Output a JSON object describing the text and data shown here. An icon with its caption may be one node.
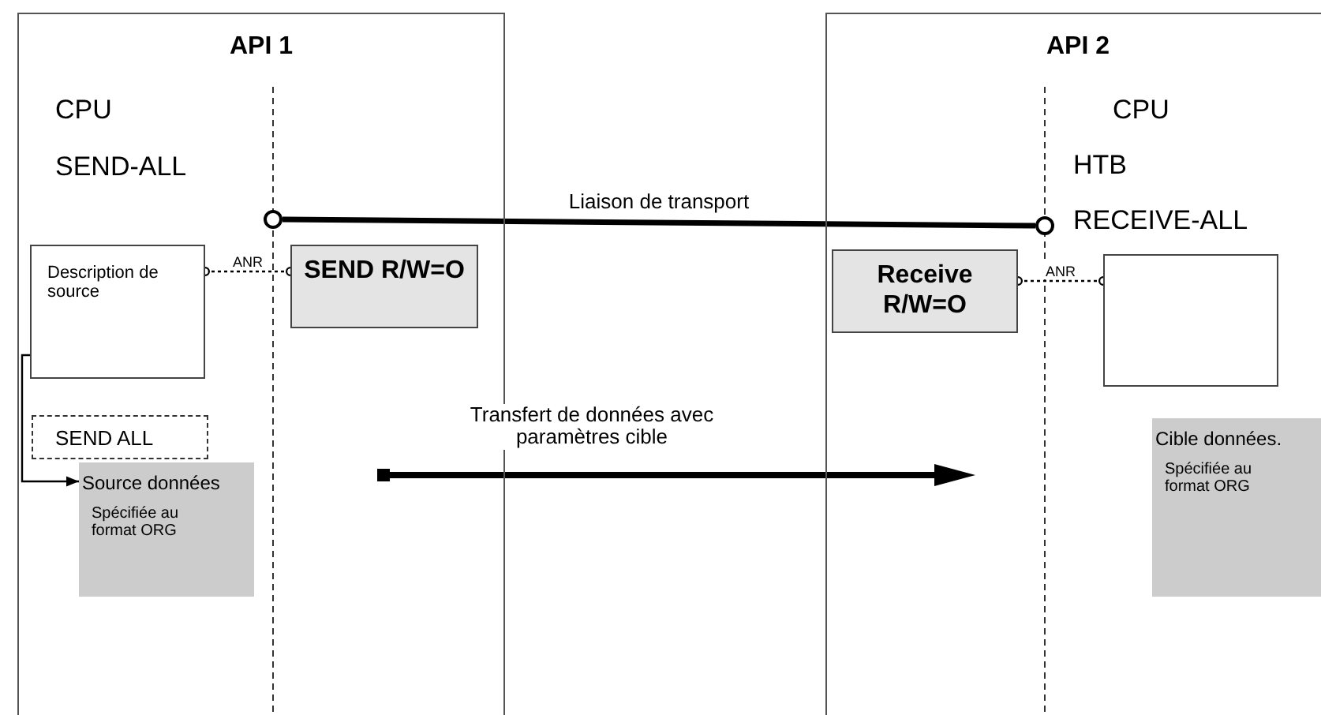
{
  "diagram": {
    "nodes": [
      {
        "text": [
          "API 1"
        ]
      },
      {
        "text": [
          "Description de source"
        ],
        "in": 0
      },
      {
        "text": [
          "SEND R/W=O"
        ],
        "in": 0
      },
      {
        "text": [
          "SEND ALL"
        ],
        "in": 0
      },
      {
        "text": [
          "Source données",
          "Spécifiée au format ORG"
        ],
        "in": 0
      },
      {
        "text": [
          "API 2"
        ]
      },
      {
        "text": [
          "Receive R/W=O"
        ],
        "in": 5
      },
      {
        "text": [],
        "shape": "box",
        "in": 5
      },
      {
        "text": [
          "Cible données.",
          "Spécifiée au format ORG"
        ],
        "in": 5
      },
      {
        "text": [],
        "shape": "circle",
        "in": 0
      },
      {
        "text": [],
        "shape": "circle",
        "in": 5
      }
    ],
    "edges": [
      {
        "from": 9,
        "to": 10,
        "arrow": "none",
        "label": "Liaison de transport",
        "style": "thick"
      },
      {
        "from": 1,
        "to": 2,
        "arrow": "other",
        "label": "ANR",
        "style": "dashed"
      },
      {
        "from": 6,
        "to": 7,
        "arrow": "other",
        "label": "ANR",
        "style": "dashed"
      },
      {
        "from": 1,
        "to": 4,
        "arrow": "to"
      }
    ],
    "labels": [
      "CPU",
      "SEND-ALL",
      "CPU",
      "HTB",
      "RECEIVE-ALL",
      "Transfert de données avec paramètres cible"
    ]
  }
}
